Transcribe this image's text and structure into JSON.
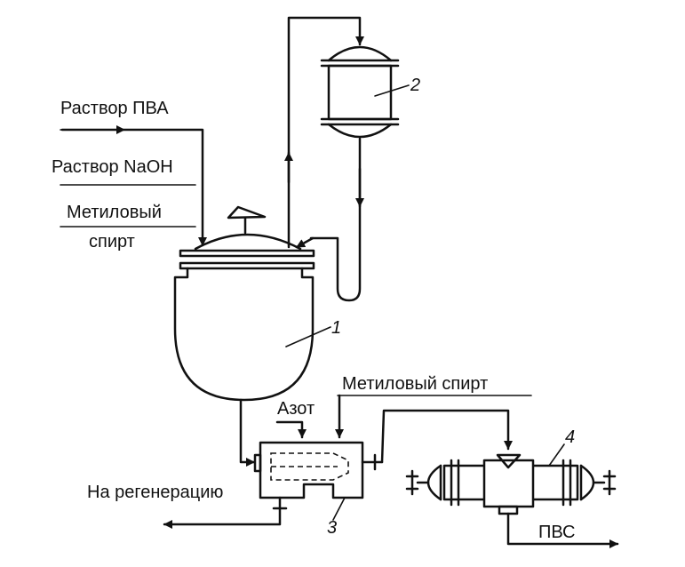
{
  "labels": {
    "pva_solution": "Раствор ПВА",
    "naoh_solution": "Раствор NaOH",
    "methanol_in_line1": "Метиловый",
    "methanol_in_line2": "спирт",
    "nitrogen": "Азот",
    "methanol_wash": "Метиловый спирт",
    "to_regeneration": "На регенерацию",
    "pvs_out": "ПВС"
  },
  "equipment_numbers": {
    "reactor": "1",
    "condenser": "2",
    "filter": "3",
    "dryer": "4"
  }
}
